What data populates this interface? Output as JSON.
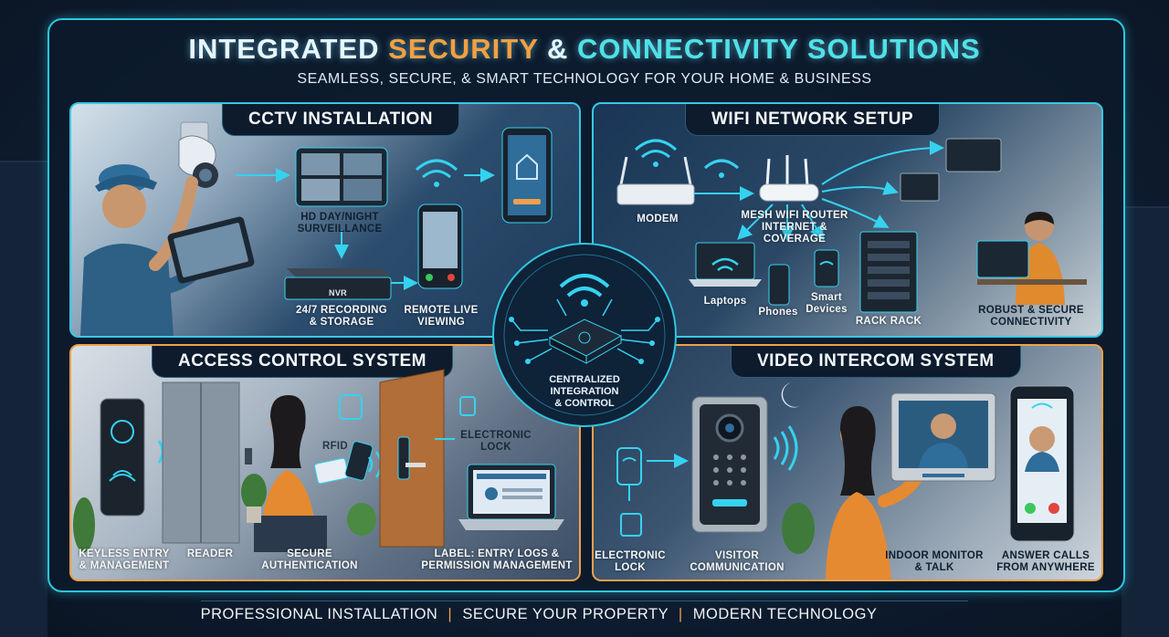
{
  "title": {
    "part1": "INTEGRATED",
    "part2": "SECURITY",
    "part3": "&",
    "part4": "CONNECTIVITY SOLUTIONS"
  },
  "subtitle": "SEAMLESS, SECURE, & SMART TECHNOLOGY FOR YOUR HOME & BUSINESS",
  "hub": {
    "label_line1": "CENTRALIZED",
    "label_line2": "INTEGRATION",
    "label_line3": "& CONTROL"
  },
  "cctv": {
    "title": "CCTV INSTALLATION",
    "labels": {
      "hd_1": "HD DAY/NIGHT",
      "hd_2": "SURVEILLANCE",
      "rec_1": "24/7 RECORDING",
      "rec_2": "& STORAGE",
      "remote_1": "REMOTE LIVE",
      "remote_2": "VIEWING",
      "nvr": "NVR"
    }
  },
  "wifi": {
    "title": "WIFI NETWORK SETUP",
    "labels": {
      "modem": "MODEM",
      "mesh_1": "MESH WIFI ROUTER",
      "mesh_2": "INTERNET & COVERAGE",
      "laptops": "Laptops",
      "phones": "Phones",
      "smart_1": "Smart",
      "smart_2": "Devices",
      "rack": "RACK RACK",
      "robust_1": "ROBUST & SECURE",
      "robust_2": "CONNECTIVITY"
    }
  },
  "access": {
    "title": "ACCESS CONTROL SYSTEM",
    "labels": {
      "keyless_1": "KEYLESS ENTRY",
      "keyless_2": "& MANAGEMENT",
      "reader": "READER",
      "secure_1": "SECURE",
      "secure_2": "AUTHENTICATION",
      "rfid": "RFID",
      "elock_1": "ELECTRONIC",
      "elock_2": "LOCK",
      "logs_1": "LABEL: ENTRY LOGS &",
      "logs_2": "PERMISSION MANAGEMENT"
    }
  },
  "intercom": {
    "title": "VIDEO INTERCOM SYSTEM",
    "labels": {
      "elock_1": "ELECTRONIC",
      "elock_2": "LOCK",
      "visitor_1": "VISITOR",
      "visitor_2": "COMMUNICATION",
      "monitor_1": "INDOOR MONITOR",
      "monitor_2": "& TALK",
      "answer_1": "ANSWER CALLS",
      "answer_2": "FROM ANYWHERE"
    }
  },
  "footer": {
    "item1": "PROFESSIONAL INSTALLATION",
    "item2": "SECURE YOUR PROPERTY",
    "item3": "MODERN TECHNOLOGY",
    "separator": "|"
  }
}
